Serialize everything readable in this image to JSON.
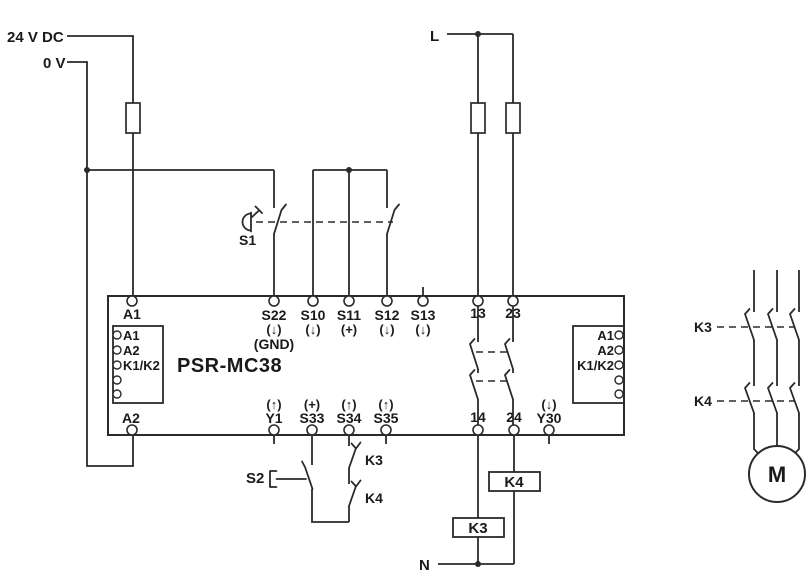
{
  "diagram": {
    "device_label": "PSR-MC38",
    "power": {
      "dc_plus": "24 V DC",
      "dc_minus": "0 V",
      "line": "L",
      "neutral": "N"
    },
    "switches": {
      "estop": "S1",
      "reset": "S2"
    },
    "terminals_top": [
      {
        "id": "A1"
      },
      {
        "id": "S22",
        "symbol": "(↓)",
        "note": "(GND)"
      },
      {
        "id": "S10",
        "symbol": "(↓)"
      },
      {
        "id": "S11",
        "symbol": "(+)"
      },
      {
        "id": "S12",
        "symbol": "(↓)"
      },
      {
        "id": "S13",
        "symbol": "(↓)"
      },
      {
        "id": "13"
      },
      {
        "id": "23"
      }
    ],
    "terminals_bottom": [
      {
        "id": "A2"
      },
      {
        "id": "Y1",
        "symbol": "(↑)"
      },
      {
        "id": "S33",
        "symbol": "(+)"
      },
      {
        "id": "S34",
        "symbol": "(↑)"
      },
      {
        "id": "S35",
        "symbol": "(↑)"
      },
      {
        "id": "14"
      },
      {
        "id": "24"
      },
      {
        "id": "Y30",
        "symbol": "(↓)"
      }
    ],
    "indicators_left": [
      "A1",
      "A2",
      "K1/K2"
    ],
    "indicators_right": [
      "A1",
      "A2",
      "K1/K2"
    ],
    "contactor_contacts": {
      "k3": "K3",
      "k4": "K4"
    },
    "aux_contacts": {
      "k3": "K3",
      "k4": "K4"
    },
    "contactor_coils": {
      "k3": "K3",
      "k4": "K4"
    },
    "motor": "M",
    "colors": {
      "line": "#2a2a2a",
      "text": "#1a1a1a",
      "background": "#ffffff"
    }
  }
}
